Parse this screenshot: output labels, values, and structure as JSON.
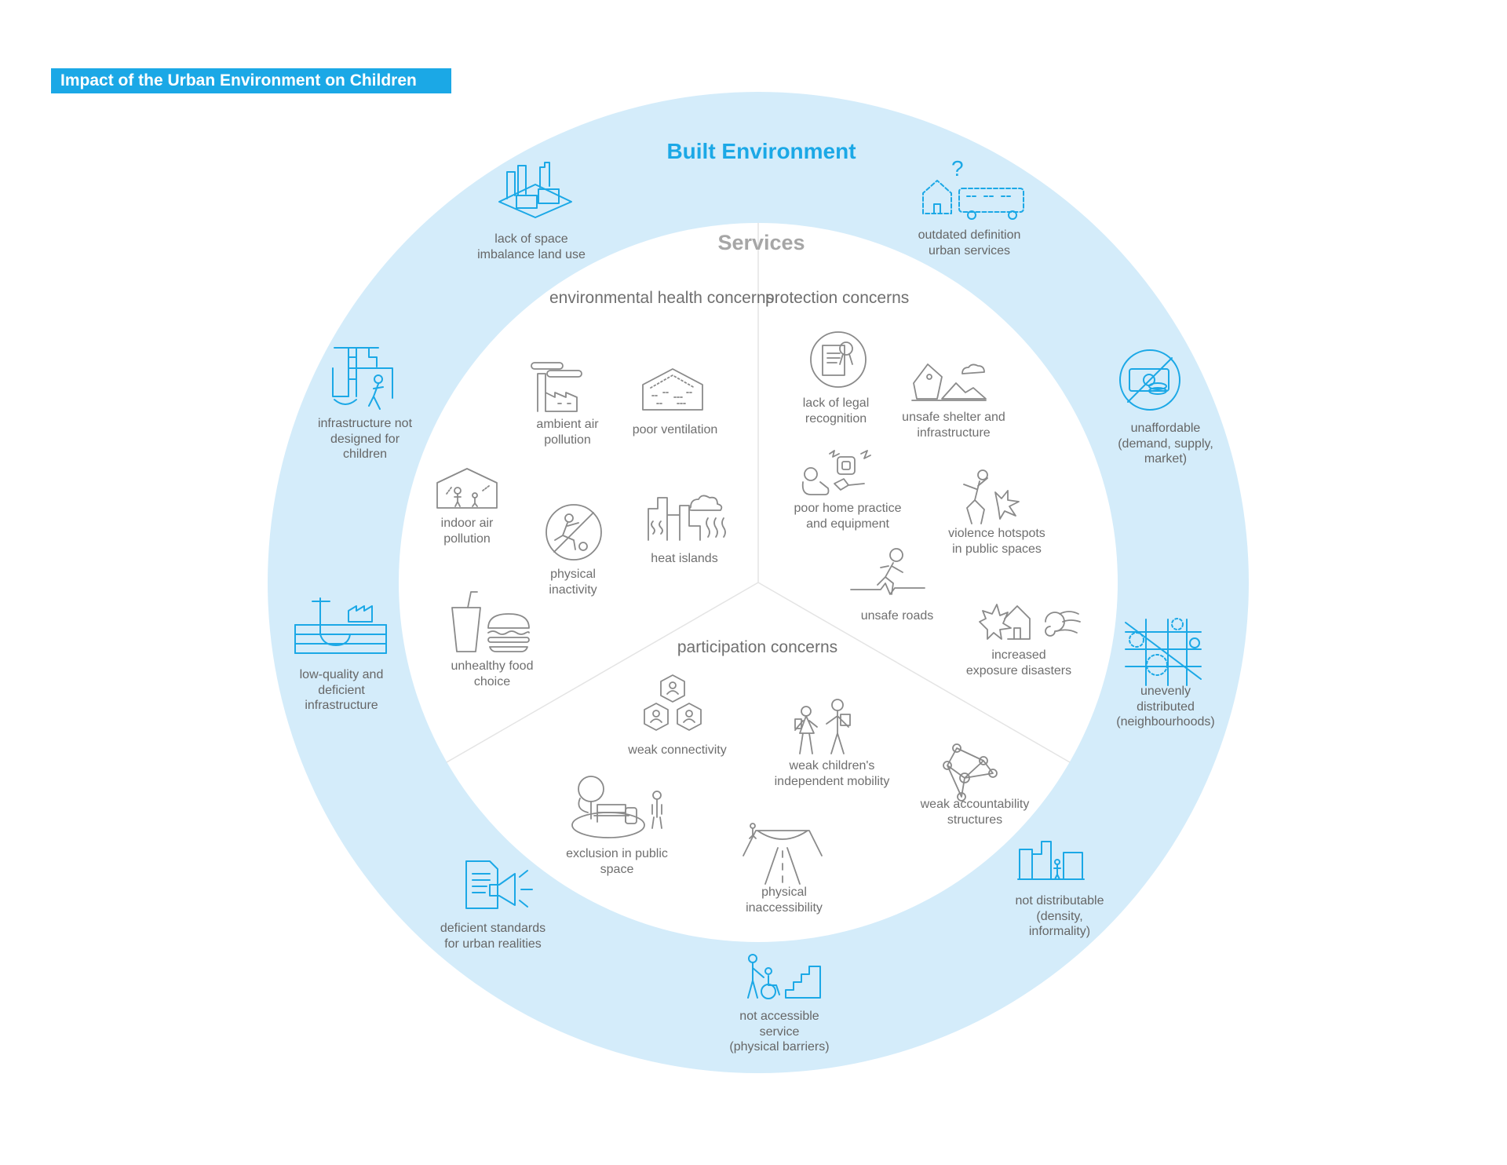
{
  "title": "Impact of  the Urban Environment on Children",
  "colors": {
    "accent": "#1ba8e6",
    "ring": "#d4ecfa",
    "inner_text": "#6f6f6f",
    "icon_gray": "#8a8a8a"
  },
  "rings": {
    "outer": "Built Environment",
    "inner": "Services"
  },
  "sectors": {
    "environmental": "environmental health\nconcerns",
    "protection": "protection concerns",
    "participation": "participation\nconcerns"
  },
  "built_environment_items": [
    {
      "label": "lack of space\nimbalance land use",
      "icon": "buildings-icon"
    },
    {
      "label": "outdated definition\nurban services",
      "icon": "house-bus-icon"
    },
    {
      "label": "unaffordable\n(demand, supply,\nmarket)",
      "icon": "money-icon"
    },
    {
      "label": "unevenly\ndistributed\n(neighbourhoods)",
      "icon": "map-grid-icon"
    },
    {
      "label": "not distributable\n(density,\ninformality)",
      "icon": "dense-buildings-icon"
    },
    {
      "label": "not accessible\nservice\n(physical barriers)",
      "icon": "wheelchair-stairs-icon"
    },
    {
      "label": "deficient standards\nfor urban realities",
      "icon": "document-megaphone-icon"
    },
    {
      "label": "low-quality and\ndeficient\ninfrastructure",
      "icon": "pipes-factory-icon"
    },
    {
      "label": "infrastructure not\ndesigned for\nchildren",
      "icon": "crane-child-icon"
    }
  ],
  "environmental_items": [
    {
      "label": "ambient air\npollution",
      "icon": "factory-icon"
    },
    {
      "label": "poor ventilation",
      "icon": "ventilation-house-icon"
    },
    {
      "label": "indoor air\npollution",
      "icon": "indoor-house-icon"
    },
    {
      "label": "physical\ninactivity",
      "icon": "no-soccer-icon"
    },
    {
      "label": "heat islands",
      "icon": "heat-city-icon"
    },
    {
      "label": "unhealthy food\nchoice",
      "icon": "fast-food-icon"
    }
  ],
  "protection_items": [
    {
      "label": "lack of legal\nrecognition",
      "icon": "certificate-icon"
    },
    {
      "label": "unsafe shelter and\ninfrastructure",
      "icon": "collapsed-house-icon"
    },
    {
      "label": "poor home practice\nand equipment",
      "icon": "baby-outlet-icon"
    },
    {
      "label": "violence hotspots\nin public spaces",
      "icon": "violence-icon"
    },
    {
      "label": "unsafe roads",
      "icon": "running-child-icon"
    },
    {
      "label": "increased\nexposure disasters",
      "icon": "storm-house-icon"
    }
  ],
  "participation_items": [
    {
      "label": "weak connectivity",
      "icon": "hexagon-network-icon"
    },
    {
      "label": "weak children's\nindependent mobility",
      "icon": "walking-kids-icon"
    },
    {
      "label": "weak accountability\nstructures",
      "icon": "people-network-icon"
    },
    {
      "label": "exclusion in public\nspace",
      "icon": "park-bench-icon"
    },
    {
      "label": "physical\ninaccessibility",
      "icon": "road-bridge-icon"
    }
  ]
}
